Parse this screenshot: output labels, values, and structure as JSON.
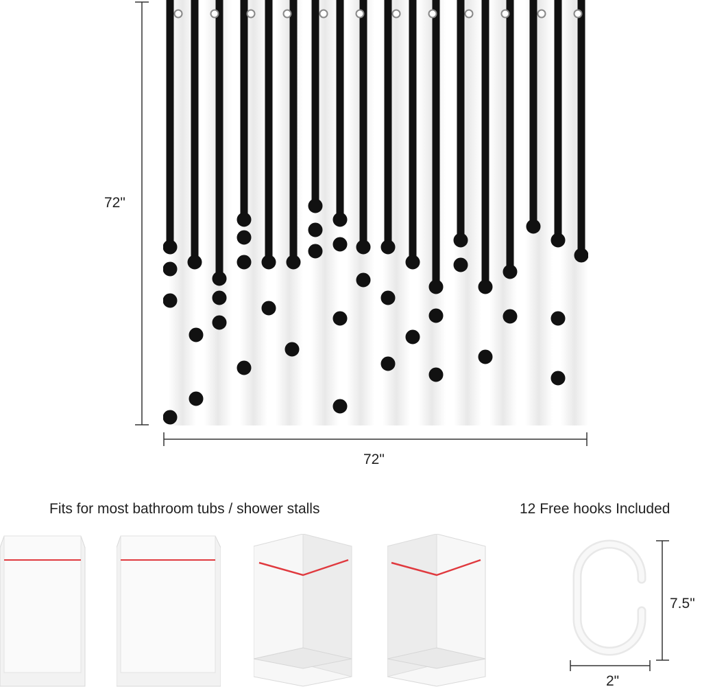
{
  "product": {
    "height_label": "72\"",
    "width_label": "72\"",
    "pattern_color": "#111111",
    "hook_rings": 12
  },
  "fit_section": {
    "heading": "Fits for most bathroom tubs / shower stalls",
    "highlight_color": "#e0393e"
  },
  "hooks_section": {
    "heading": "12 Free hooks Included",
    "height_label": "7.5\"",
    "width_label": "2\""
  }
}
